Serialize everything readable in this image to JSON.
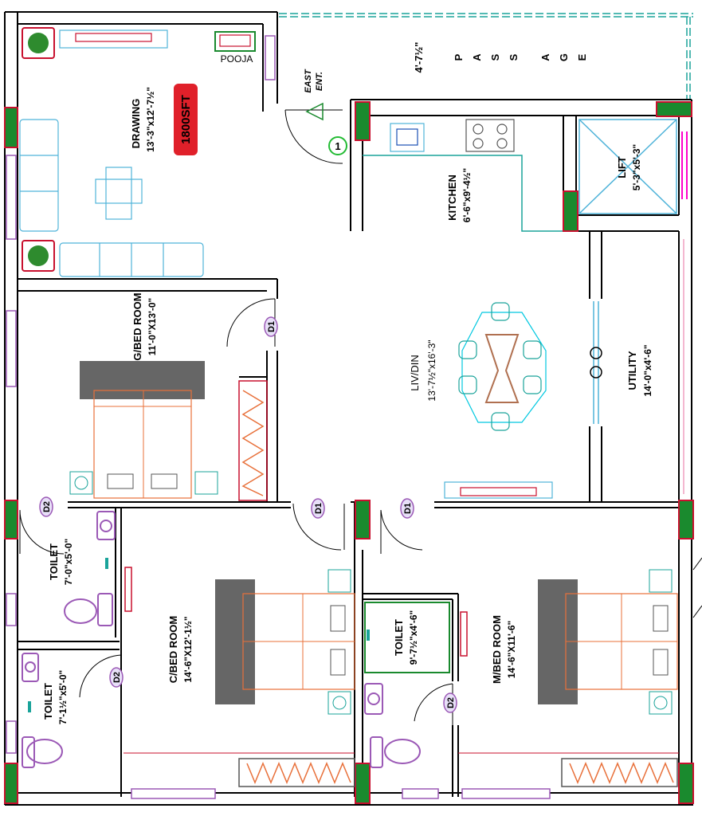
{
  "plan": {
    "area_badge": "1800SFT",
    "entrance_label": [
      "EAST",
      "ENT."
    ],
    "entry_marker": "1",
    "passage_dim": "4'-7½\"",
    "passage_letters": [
      "P",
      "A",
      "S",
      "S",
      "A",
      "G",
      "E"
    ],
    "pooja": "POOJA",
    "rooms": {
      "drawing": {
        "name": "DRAWING",
        "size": "13'-3\"x12'-7½\""
      },
      "kitchen": {
        "name": "KITCHEN",
        "size": "6'-6\"x9'-4½\""
      },
      "lift": {
        "name": "LIFT",
        "size": "5'-3\"x5'-3\""
      },
      "guest_bed": {
        "name": "G/BED ROOM",
        "size": "11'-0\"X13'-0\""
      },
      "living": {
        "name": "LIV/DIN",
        "size": "13'-7½\"x16'-3\""
      },
      "utility": {
        "name": "UTILITY",
        "size": "14'-0\"x4'-6\""
      },
      "toilet1": {
        "name": "TOILET",
        "size": "7'-0\"x5'-0\""
      },
      "toilet2": {
        "name": "TOILET",
        "size": "7'-1½\"x5'-0\""
      },
      "child_bed": {
        "name": "C/BED ROOM",
        "size": "14'-6\"X12'-1½\""
      },
      "toilet3": {
        "name": "TOILET",
        "size": "9'-7½\"x4'-6\""
      },
      "master_bed": {
        "name": "M/BED ROOM",
        "size": "14'-6\"X11'-6\""
      }
    },
    "door_tags": {
      "d1": "D1",
      "d2": "D2"
    },
    "colors": {
      "wall": "#000000",
      "column": "#1a8a2e",
      "column_border": "#c8102e",
      "window": "#9b59b6",
      "furniture": "#4fb3d9",
      "bed": "#e8703a",
      "badge": "#e0202a",
      "entry_marker": "#22bb33",
      "passage_line": "#1aa39a",
      "lift_line": "#ff00cc"
    }
  }
}
